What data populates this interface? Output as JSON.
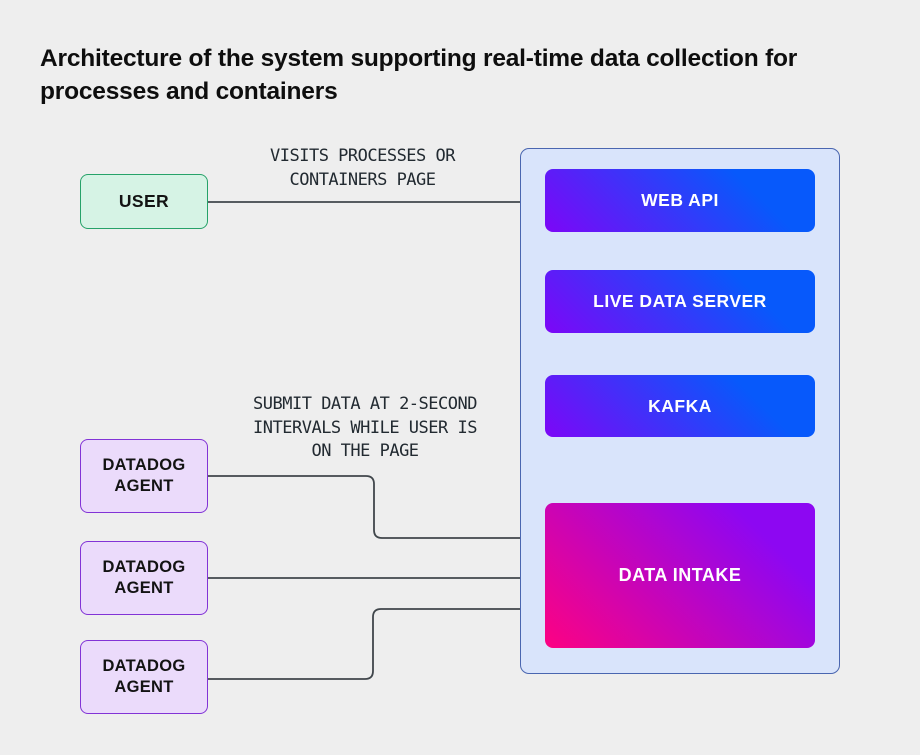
{
  "title": "Architecture of the system supporting real-time data collection for processes and containers",
  "nodes": {
    "user": {
      "label": "USER"
    },
    "web_api": {
      "label": "WEB API"
    },
    "live_data_server": {
      "label": "LIVE DATA SERVER"
    },
    "kafka": {
      "label": "KAFKA"
    },
    "data_intake": {
      "label": "DATA INTAKE"
    },
    "datadog_agents": [
      {
        "label": "DATADOG AGENT"
      },
      {
        "label": "DATADOG AGENT"
      },
      {
        "label": "DATADOG AGENT"
      }
    ]
  },
  "edge_labels": {
    "user_visit": {
      "lines": [
        "VISITS PROCESSES OR",
        "CONTAINERS PAGE"
      ]
    },
    "agent_submit": {
      "lines": [
        "SUBMIT DATA AT 2-SECOND",
        "INTERVALS WHILE USER IS",
        "ON THE PAGE"
      ]
    }
  },
  "colors": {
    "background": "#eeeeee",
    "panel_fill": "#d9e4fb",
    "panel_border": "#4a66b0",
    "user_fill": "#d6f3e5",
    "user_border": "#26a269",
    "agent_fill": "#ebdbfb",
    "agent_border": "#8233d6",
    "service_gradient_start": "#7d06f7",
    "service_gradient_end": "#0759fb",
    "intake_gradient_start": "#fd0282",
    "intake_gradient_end": "#8d07f2",
    "connector": "#40464b"
  }
}
